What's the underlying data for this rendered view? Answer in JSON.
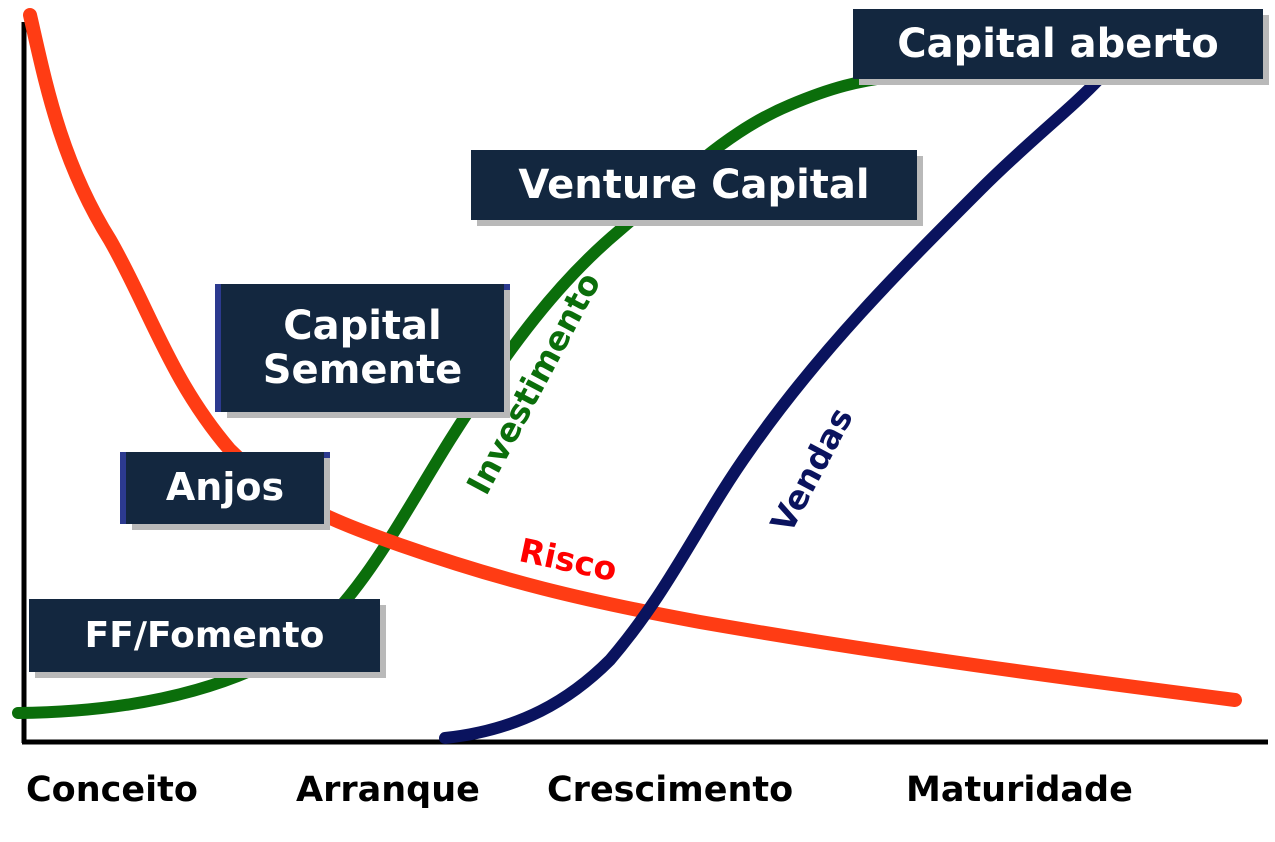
{
  "stages": [
    "Conceito",
    "Arranque",
    "Crescimento",
    "Maturidade"
  ],
  "funding_labels": {
    "ff": "FF/Fomento",
    "anjos": "Anjos",
    "seed_line1": "Capital",
    "seed_line2": "Semente",
    "vc": "Venture Capital",
    "ipo": "Capital aberto"
  },
  "curves": {
    "investimento": {
      "label": "Investimento",
      "color": "#0b6e0b"
    },
    "risco": {
      "label": "Risco",
      "color": "#ff0000"
    },
    "vendas": {
      "label": "Vendas",
      "color": "#0a135e"
    }
  },
  "colors": {
    "box_bg": "#13273f",
    "risk_line": "#ff3c14",
    "axis": "#000000"
  }
}
